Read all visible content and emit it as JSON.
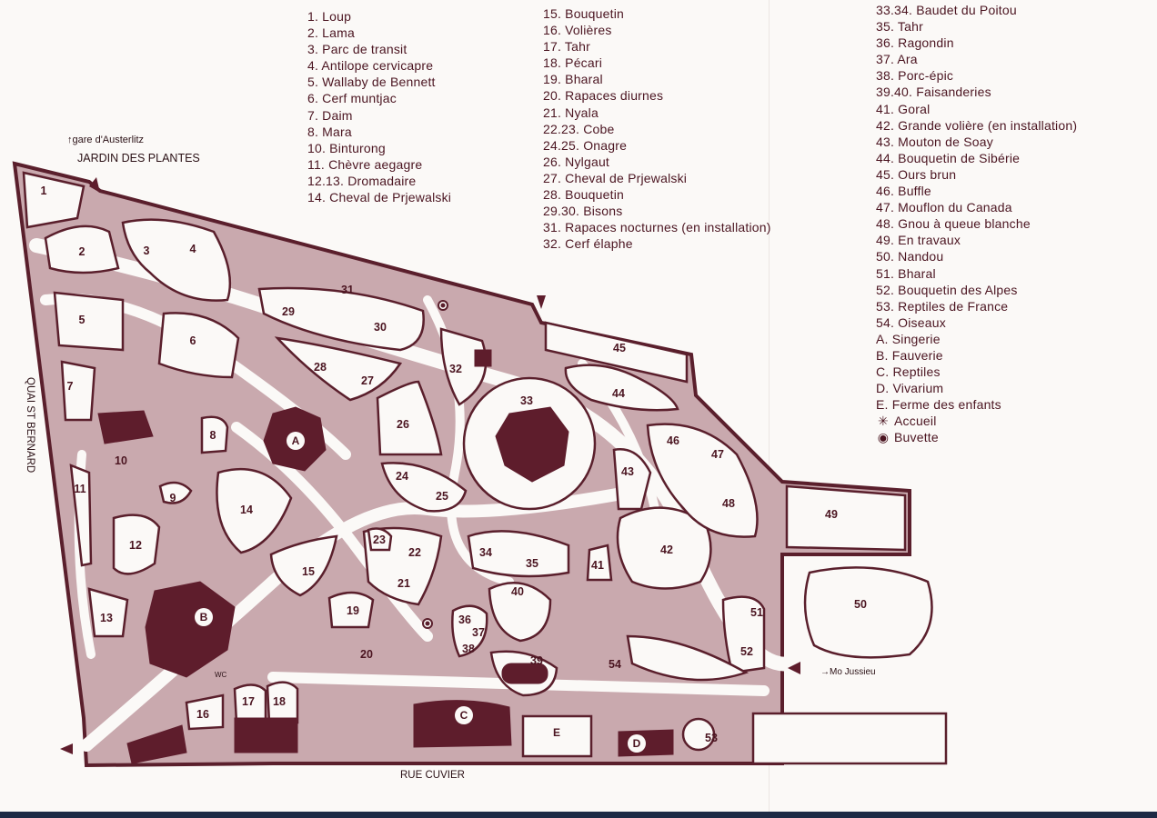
{
  "map": {
    "labels": {
      "station": "gare d'Austerlitz",
      "garden": "JARDIN DES PLANTES",
      "quai": "QUAI ST BERNARD",
      "street": "RUE CUVIER",
      "metro": "Mo Jussieu",
      "wc": "WC"
    },
    "enclosure_numbers": [
      "1",
      "2",
      "3",
      "4",
      "5",
      "6",
      "7",
      "8",
      "9",
      "10",
      "11",
      "12",
      "13",
      "14",
      "15",
      "16",
      "17",
      "18",
      "19",
      "20",
      "21",
      "22",
      "23",
      "24",
      "25",
      "26",
      "27",
      "28",
      "29",
      "30",
      "31",
      "32",
      "33",
      "34",
      "35",
      "36",
      "37",
      "38",
      "39",
      "40",
      "41",
      "42",
      "43",
      "44",
      "45",
      "46",
      "47",
      "48",
      "49",
      "50",
      "51",
      "52",
      "53",
      "54"
    ],
    "building_letters": [
      "A",
      "B",
      "C",
      "D",
      "E"
    ]
  },
  "legend": {
    "col1": [
      "1. Loup",
      "2. Lama",
      "3. Parc de transit",
      "4. Antilope cervicapre",
      "5. Wallaby de Bennett",
      "6. Cerf muntjac",
      "7. Daim",
      "8. Mara",
      "10. Binturong",
      "11. Chèvre aegagre",
      "12.13. Dromadaire",
      "14. Cheval de Prjewalski"
    ],
    "col2": [
      "15. Bouquetin",
      "16. Volières",
      "17. Tahr",
      "18. Pécari",
      "19. Bharal",
      "20. Rapaces diurnes",
      "21. Nyala",
      "22.23. Cobe",
      "24.25. Onagre",
      "26. Nylgaut",
      "27. Cheval de Prjewalski",
      "28. Bouquetin",
      "29.30. Bisons",
      "31. Rapaces nocturnes (en installation)",
      "32. Cerf élaphe"
    ],
    "col3": [
      "33.34. Baudet du Poitou",
      "35. Tahr",
      "36. Ragondin",
      "37. Ara",
      "38. Porc-épic",
      "39.40. Faisanderies",
      "41. Goral",
      "42. Grande volière (en installation)",
      "43. Mouton de Soay",
      "44. Bouquetin de Sibérie",
      "45. Ours brun",
      "46. Buffle",
      "47. Mouflon du Canada",
      "48. Gnou à queue blanche",
      "49. En travaux",
      "50. Nandou",
      "51. Bharal",
      "52. Bouquetin des Alpes",
      "53. Reptiles de France",
      "54. Oiseaux",
      "A. Singerie",
      "B. Fauverie",
      "C. Reptiles",
      "D. Vivarium",
      "E. Ferme des enfants"
    ],
    "accueil": "Accueil",
    "buvette": "Buvette"
  },
  "colors": {
    "ink": "#5a1f2c",
    "tone": "#c9a9ae",
    "path": "#fbf9f7",
    "building": "#5e1d2c"
  }
}
